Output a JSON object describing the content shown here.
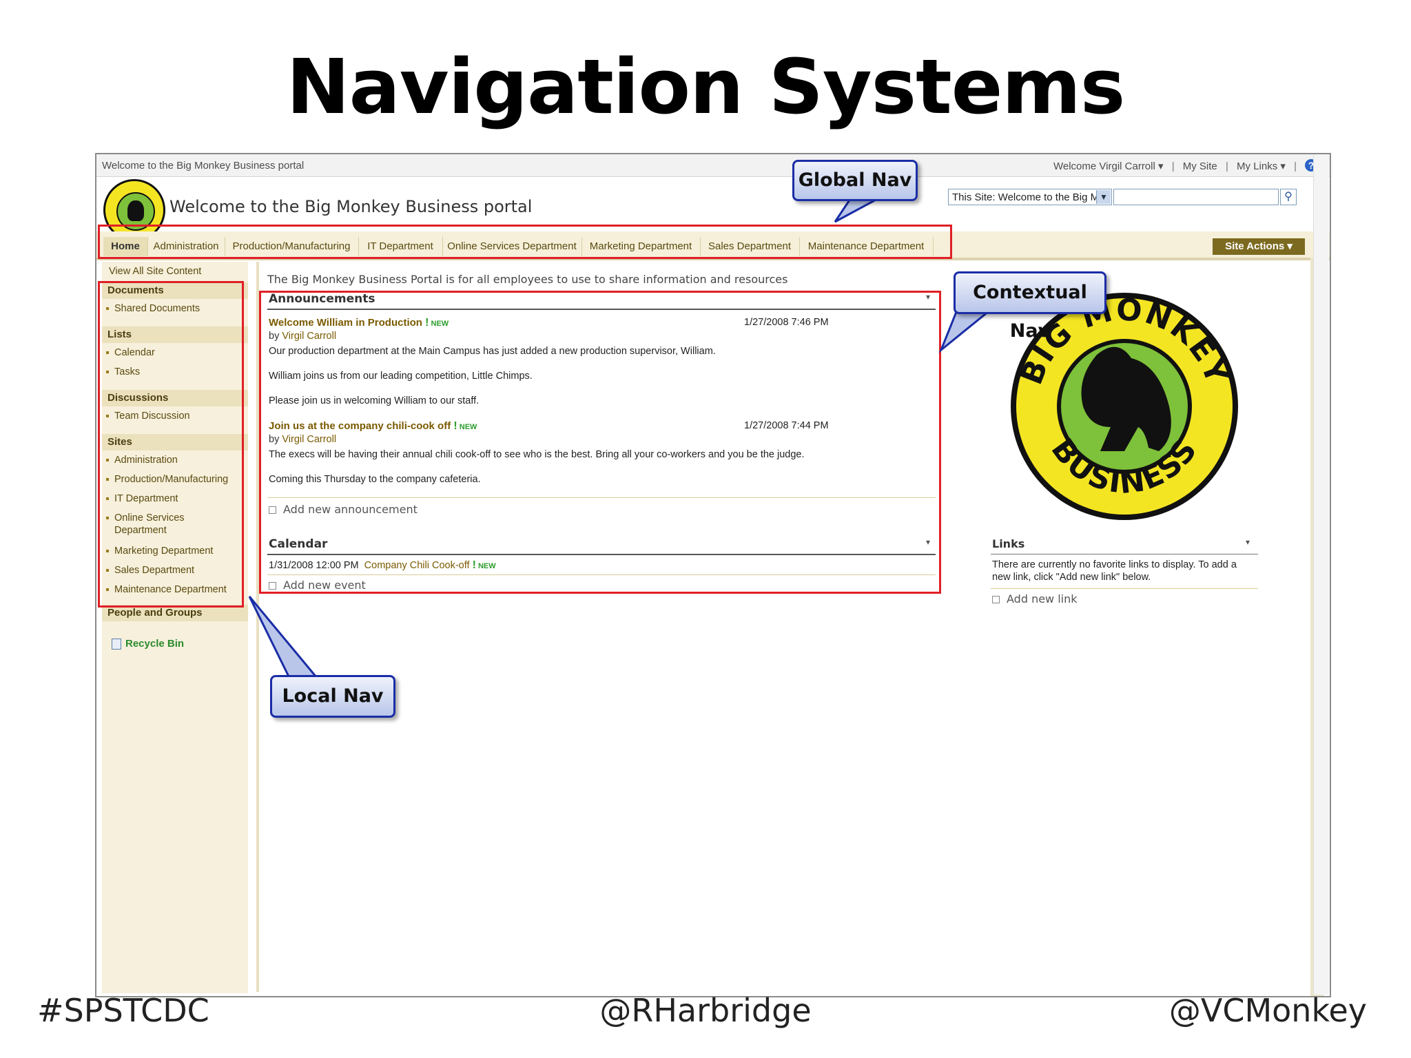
{
  "slide": {
    "title": "Navigation Systems",
    "footer_left": "#SPSTCDC",
    "footer_center": "@RHarbridge",
    "footer_right": "@VCMonkey"
  },
  "portal": {
    "topbar_welcome": "Welcome to the Big Monkey Business portal",
    "user_menu": "Welcome Virgil Carroll ▾",
    "my_site": "My Site",
    "my_links": "My Links ▾",
    "site_title": "Welcome to the Big Monkey Business portal",
    "search_scope": "This Site: Welcome to the Big M",
    "tabs": [
      "Home",
      "Administration",
      "Production/Manufacturing",
      "IT Department",
      "Online Services Department",
      "Marketing Department",
      "Sales Department",
      "Maintenance Department"
    ],
    "site_actions": "Site Actions ▾",
    "logo_text_top": "BIG MONKEY",
    "logo_text_bottom": "BUSINESS"
  },
  "leftnav": {
    "view_all": "View All Site Content",
    "documents": "Documents",
    "shared_documents": "Shared Documents",
    "lists": "Lists",
    "calendar": "Calendar",
    "tasks": "Tasks",
    "discussions": "Discussions",
    "team_discussion": "Team Discussion",
    "sites": "Sites",
    "site_admin": "Administration",
    "site_prod": "Production/Manufacturing",
    "site_it": "IT Department",
    "site_online_1": "Online Services",
    "site_online_2": "Department",
    "site_marketing": "Marketing Department",
    "site_sales": "Sales Department",
    "site_maint": "Maintenance Department",
    "people": "People and Groups",
    "recycle": "Recycle Bin"
  },
  "main": {
    "description": "The Big Monkey Business Portal is for all employees to use to share information and resources",
    "announcements_title": "Announcements",
    "ann1_title": "Welcome William in Production",
    "ann1_date": "1/27/2008 7:46 PM",
    "by_prefix": "by",
    "author": "Virgil Carroll",
    "ann1_p1": "Our production department at the Main Campus has just added a new production supervisor, William.",
    "ann1_p2": "William joins us from our leading competition, Little Chimps.",
    "ann1_p3": "Please join us in welcoming William to our staff.",
    "ann2_title": "Join us at the company chili-cook off",
    "ann2_date": "1/27/2008 7:44 PM",
    "ann2_p1": "The execs will be having their annual chili cook-off to see who is the best.  Bring all your co-workers and you be the judge.",
    "ann2_p2": "Coming this Thursday to the company cafeteria.",
    "new_label": "NEW",
    "add_announcement": "Add new announcement",
    "calendar_title": "Calendar",
    "event_date": "1/31/2008 12:00 PM",
    "event_title": "Company Chili Cook-off",
    "add_event": "Add new event",
    "links_title": "Links",
    "links_empty_1": "There are currently no favorite links to display. To add a",
    "links_empty_2": "new link, click \"Add new link\" below.",
    "add_link": "Add new link"
  },
  "callouts": {
    "global": "Global Nav",
    "contextual": "Contextual Nav",
    "local": "Local Nav"
  },
  "colors": {
    "highlight_red": "#e01f26",
    "callout_border": "#1a2da6",
    "nav_tan": "#f6f0da",
    "site_actions": "#7c6a20"
  }
}
